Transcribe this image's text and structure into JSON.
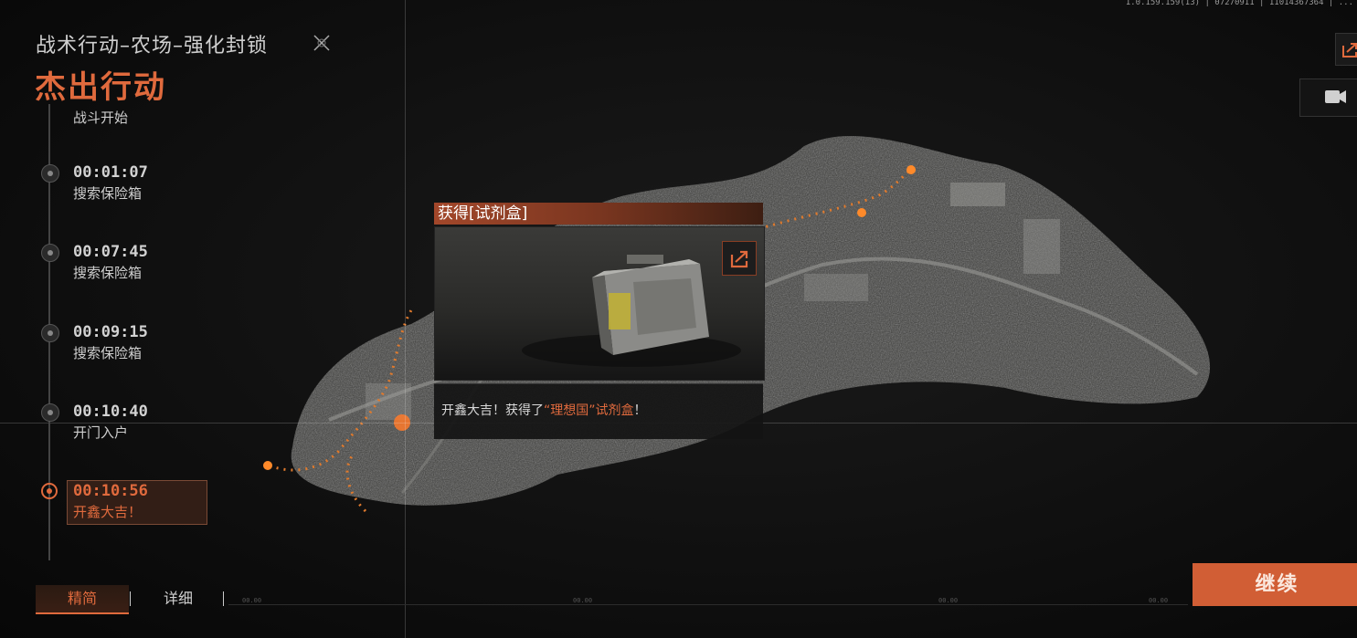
{
  "version": "1.0.159.159(13) | 07270911 | 11014367364 | ...",
  "mission": {
    "title": "战术行动–农场–强化封锁",
    "result": "杰出行动"
  },
  "timeline": [
    {
      "time": "",
      "label": "战斗开始"
    },
    {
      "time": "00:01:07",
      "label": "搜索保险箱"
    },
    {
      "time": "00:07:45",
      "label": "搜索保险箱"
    },
    {
      "time": "00:09:15",
      "label": "搜索保险箱"
    },
    {
      "time": "00:10:40",
      "label": "开门入户"
    },
    {
      "time": "00:10:56",
      "label": "开鑫大吉！",
      "active": true
    }
  ],
  "tabs": {
    "simple": "精简",
    "detail": "详细"
  },
  "popup": {
    "title": "获得[试剂盒]",
    "message_prefix": "开鑫大吉！获得了",
    "message_highlight": "“理想国”试剂盒",
    "message_suffix": "！"
  },
  "continue_label": "继续",
  "scale_ticks": [
    "00.00",
    "00.00",
    "00.00",
    "00.00"
  ],
  "colors": {
    "accent": "#e06a3d",
    "button": "#d15e35",
    "bg": "#0b0b0b"
  },
  "icons": [
    "close-x-icon",
    "share-icon",
    "video-icon",
    "share-icon"
  ]
}
